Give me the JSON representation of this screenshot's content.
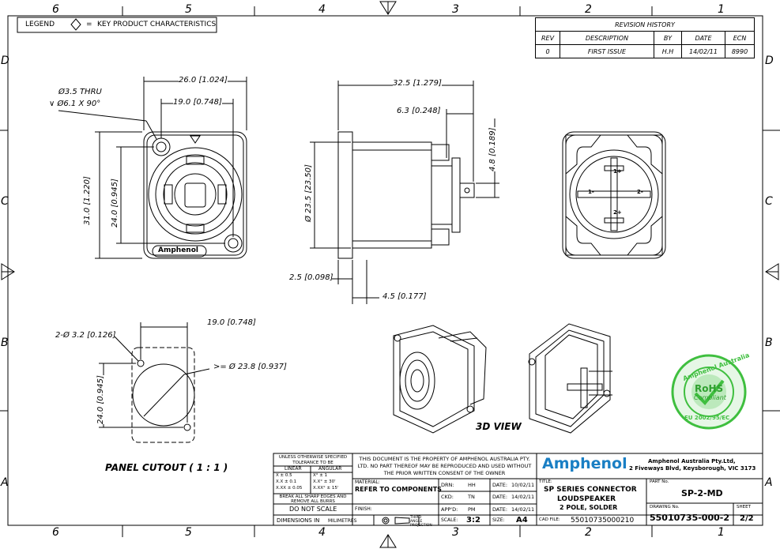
{
  "zones": {
    "columns": [
      "6",
      "5",
      "4",
      "3",
      "2",
      "1"
    ],
    "rows": [
      "D",
      "C",
      "B",
      "A"
    ]
  },
  "legend": {
    "label": "LEGEND",
    "equals": "=",
    "text": "KEY PRODUCT CHARACTERISTICS"
  },
  "revision_history": {
    "title": "REVISION HISTORY",
    "headers": [
      "REV",
      "DESCRIPTION",
      "BY",
      "DATE",
      "ECN"
    ],
    "rows": [
      [
        "0",
        "FIRST ISSUE",
        "H.H",
        "14/02/11",
        "8990"
      ]
    ]
  },
  "front_view": {
    "dim_hole": "Ø3.5 THRU",
    "dim_csk": "Ø6.1 X 90°",
    "dim_width": "26.0 [1.024]",
    "dim_pitch": "19.0 [0.748]",
    "dim_height": "31.0 [1.220]",
    "dim_height_inner": "24.0 [0.945]",
    "logo": "Amphenol"
  },
  "side_view": {
    "dim_length": "32.5 [1.279]",
    "dim_tail": "6.3 [0.248]",
    "dim_pin": "4.8 [0.189]",
    "dim_dia": "Ø 23.5 [23.50]",
    "dim_flange": "2.5 [0.098]",
    "dim_body": "4.5 [0.177]"
  },
  "rear_view": {
    "pins": [
      "1+",
      "1-",
      "2+",
      "2-"
    ]
  },
  "panel_cutout": {
    "dim_pitch": "19.0 [0.748]",
    "dim_holes": "2-Ø 3.2 [0.126]",
    "dim_dia": ">= Ø 23.8 [0.937]",
    "dim_height": "24.0 [0.945]",
    "label": "PANEL CUTOUT  ( 1 : 1 )"
  },
  "view_3d": {
    "label": "3D VIEW"
  },
  "rohs": {
    "outer_top": "Amphenol Australia",
    "center": "RoHS",
    "sub": "Compliant",
    "outer_bottom": "EU 2002/95/EC"
  },
  "title_block": {
    "tolerance_title": "UNLESS OTHERWISE SPECIFIED TOLERANCE TO BE",
    "linear": "LINEAR",
    "angular": "ANGULAR",
    "tol_rows": [
      [
        "X    ± 0.5",
        "X°    ± 1"
      ],
      [
        "X.X   ± 0.1",
        "X.X°   ± 30'"
      ],
      [
        "X.XX  ± 0.05",
        "X.XX°  ± 15'"
      ]
    ],
    "break_edges": "BREAK ALL SHARP EDGES AND REMOVE ALL BURRS",
    "do_not_scale": "DO NOT SCALE",
    "dimensions_in": "DIMENSIONS IN",
    "units": "MILIMETRES",
    "projection": "THIRD ANGLE PROJECTION",
    "notice": "THIS DOCUMENT IS THE PROPERTY OF AMPHENOL AUSTRALIA PTY. LTD. NO PART THEREOF MAY BE REPRODUCED AND USED WITHOUT THE PRIOR WRITTEN CONSENT OF THE OWNER",
    "material_label": "MATERIAL:",
    "material": "REFER TO COMPONENTS",
    "finish_label": "FINISH:",
    "drn_label": "DRN:",
    "drn": "HH",
    "ckd_label": "CKD:",
    "ckd": "TN",
    "appd_label": "APP'D:",
    "appd": "PM",
    "date_label": "DATE:",
    "drn_date": "10/02/11",
    "ckd_date": "14/02/11",
    "appd_date": "14/02/11",
    "scale_label": "SCALE:",
    "scale": "3:2",
    "size_label": "SIZE:",
    "size": "A4",
    "brand": "Amphenol",
    "company": "Amphenol Australia Pty.Ltd,",
    "address": "2 Fiveways Blvd, Keysborough, VIC 3173",
    "title_label": "TITLE:",
    "title1": "SP SERIES CONNECTOR",
    "title2": "LOUDSPEAKER",
    "title3": "2 POLE, SOLDER",
    "part_no_label": "PART No.",
    "part_no": "SP-2-MD",
    "drawing_no_label": "DRAWING No.",
    "drawing_no": "55010735-000-2",
    "sheet_label": "SHEET",
    "sheet": "2/2",
    "cad_file_label": "CAD FILE:",
    "cad_file": "55010735000210"
  },
  "colors": {
    "line": "#000000",
    "brand_blue": "#1a7fc4",
    "rohs_green": "#3fbf3f"
  }
}
